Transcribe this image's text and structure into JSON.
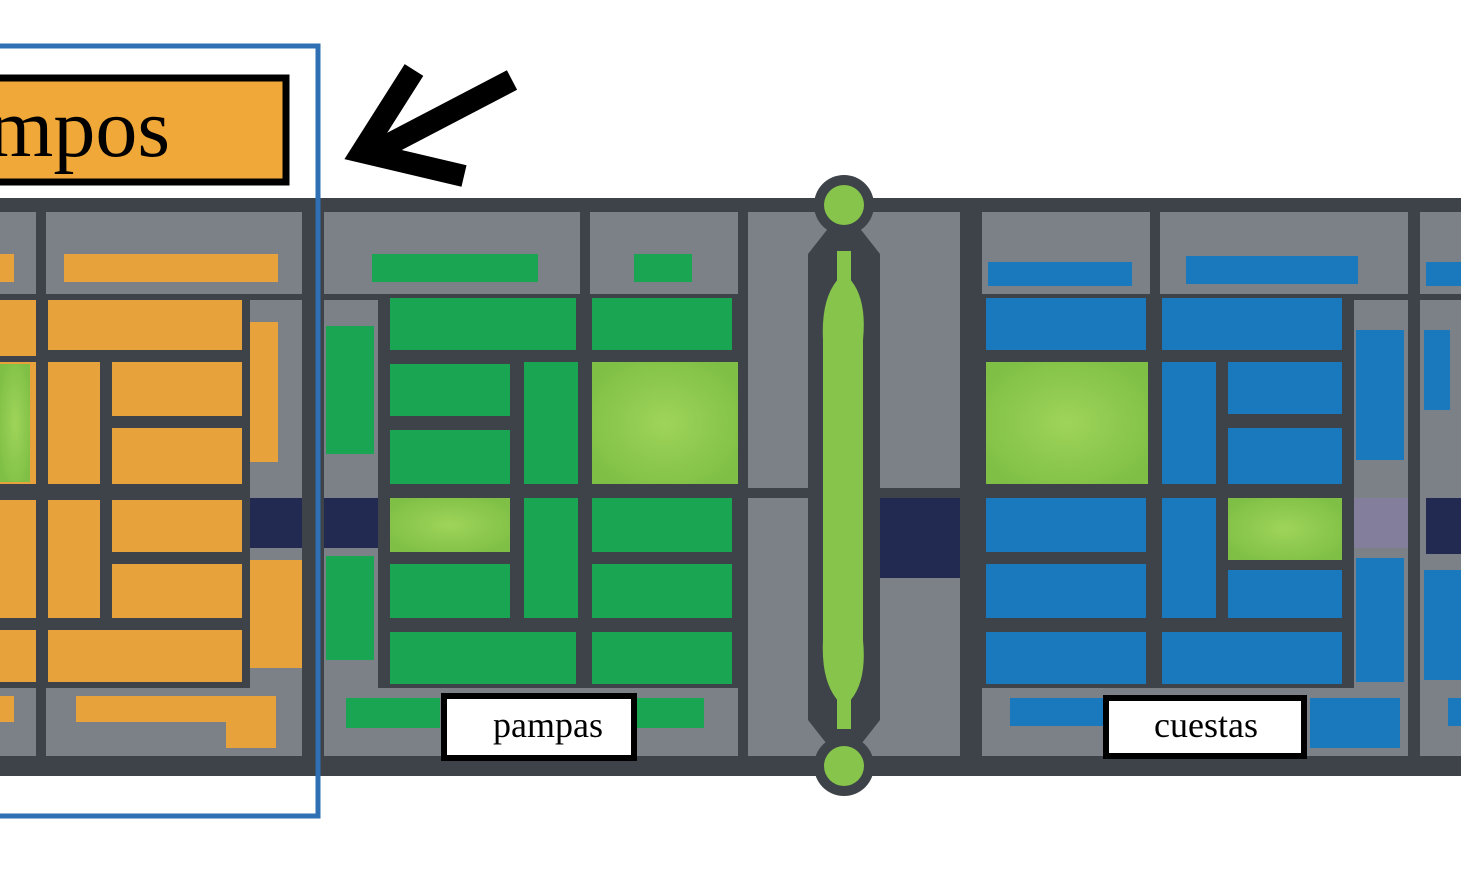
{
  "banner": {
    "label": "mpos",
    "color": "#f0a838"
  },
  "zones": [
    {
      "id": "orange",
      "color": "#e8a23c",
      "name": ""
    },
    {
      "id": "green",
      "color": "#1aa552",
      "name": "pampas"
    },
    {
      "id": "blue",
      "color": "#1a78bd",
      "name": "cuestas"
    }
  ],
  "labels": {
    "pampas": "pampas",
    "cuestas": "cuestas"
  },
  "colors": {
    "board": "#3e4349",
    "cell_bg": "#7c8087",
    "highlight": "#86c44b",
    "dark_band": "#232a52",
    "selection_frame": "#2f6fb3",
    "arrow": "#000000"
  },
  "icons": {
    "arrow": "arrow-pointer-icon",
    "divider_knob": "divider-knob-icon"
  }
}
